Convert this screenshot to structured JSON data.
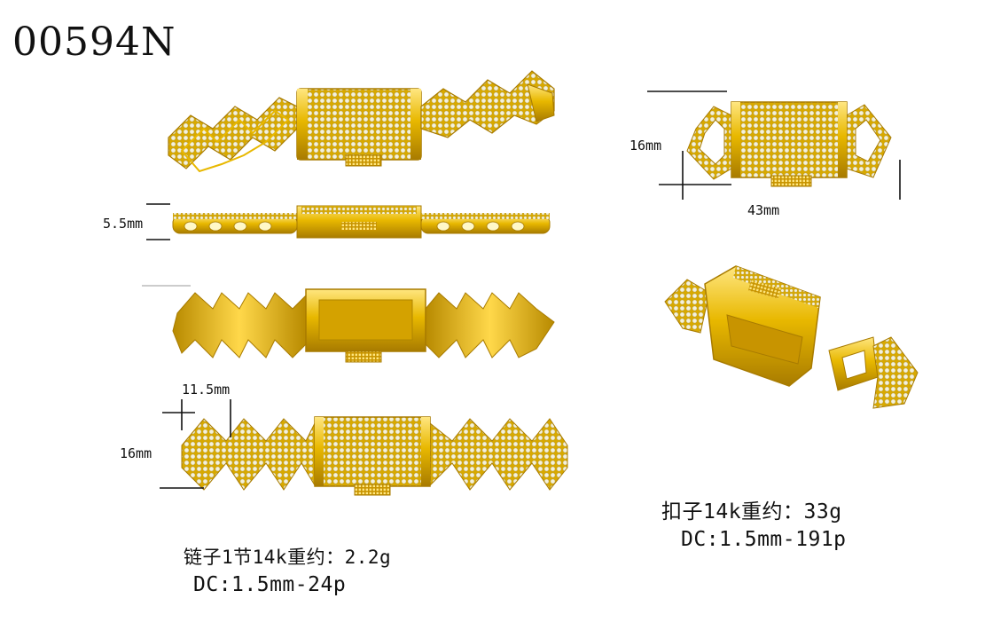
{
  "product_code": "00594N",
  "dimensions": {
    "chain_height": "5.5mm",
    "link_width": "11.5mm",
    "chain_width": "16mm",
    "clasp_height": "16mm",
    "clasp_length": "43mm"
  },
  "link_spec": {
    "weight": "链子1节14k重约：2.2g",
    "stones": "DC:1.5mm-24p"
  },
  "clasp_spec": {
    "weight": "扣子14k重约：33g",
    "stones": "DC:1.5mm-191p"
  },
  "colors": {
    "gold": "#e8b800",
    "gold_dark": "#a87b00",
    "gold_light": "#ffe680",
    "diamond": "#f4f1dc"
  }
}
